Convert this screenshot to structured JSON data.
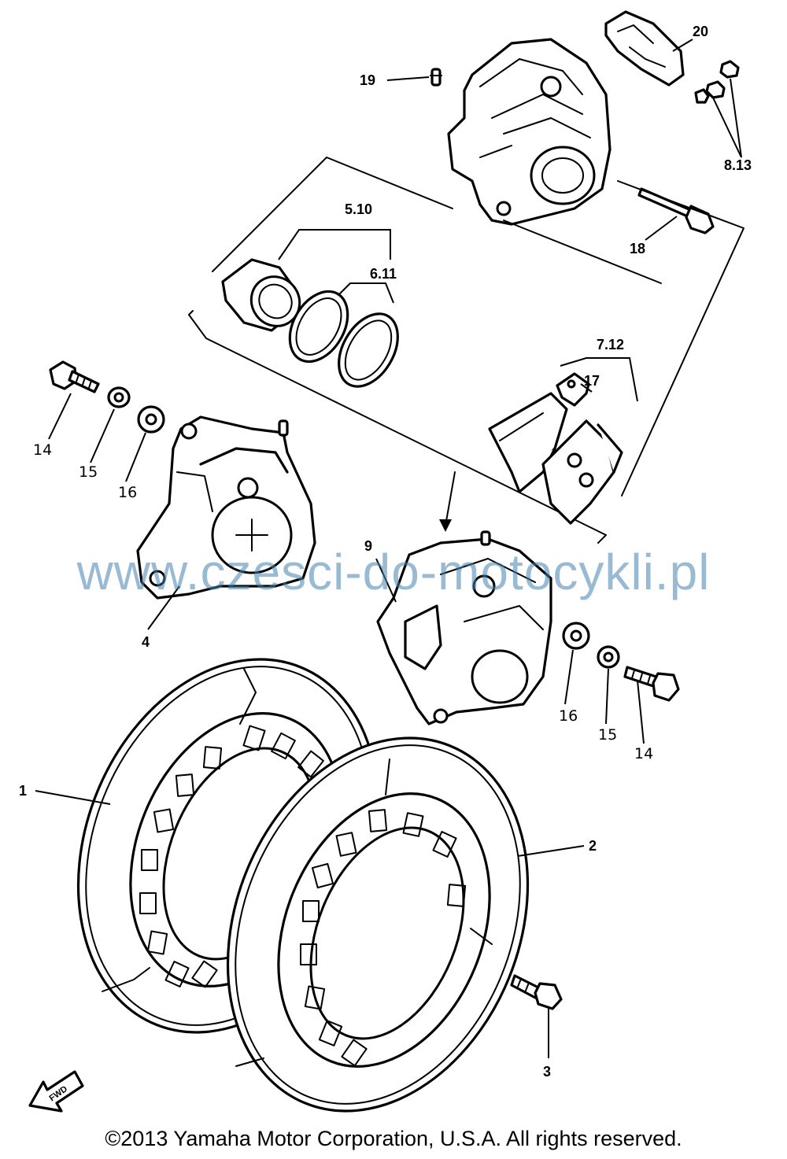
{
  "labels": {
    "p1": "1",
    "p2": "2",
    "p3": "3",
    "p4": "4",
    "p5_10": "5.10",
    "p6_11": "6.11",
    "p7_12": "7.12",
    "p8_13": "8.13",
    "p9": "9",
    "p14a": "14",
    "p14b": "14",
    "p15a": "15",
    "p15b": "15",
    "p16a": "16",
    "p16b": "16",
    "p17": "17",
    "p18": "18",
    "p19": "19",
    "p20": "20",
    "fwd": "FWD"
  },
  "watermark": "www.czesci-do-motocykli.pl",
  "copyright": "©2013 Yamaha Motor Corporation, U.S.A. All rights reserved."
}
